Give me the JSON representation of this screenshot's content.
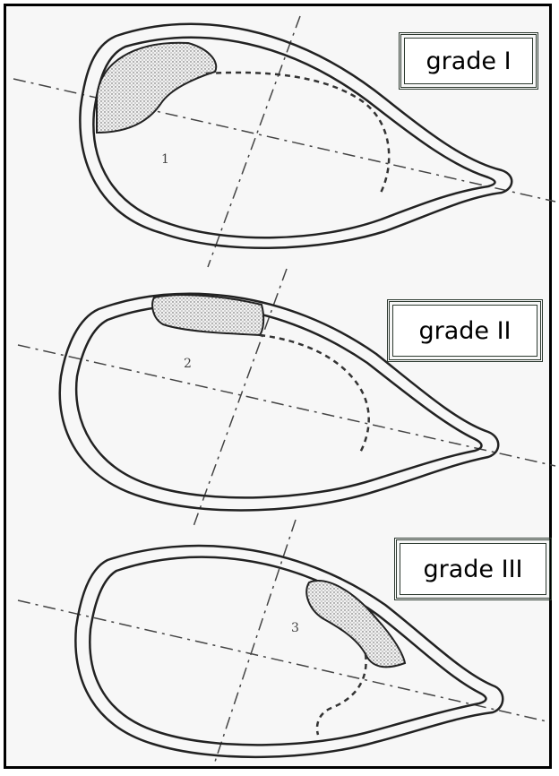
{
  "figure": {
    "panels": [
      {
        "grade_label": "grade I",
        "region_number": "1"
      },
      {
        "grade_label": "grade II",
        "region_number": "2"
      },
      {
        "grade_label": "grade III",
        "region_number": "3"
      }
    ]
  }
}
